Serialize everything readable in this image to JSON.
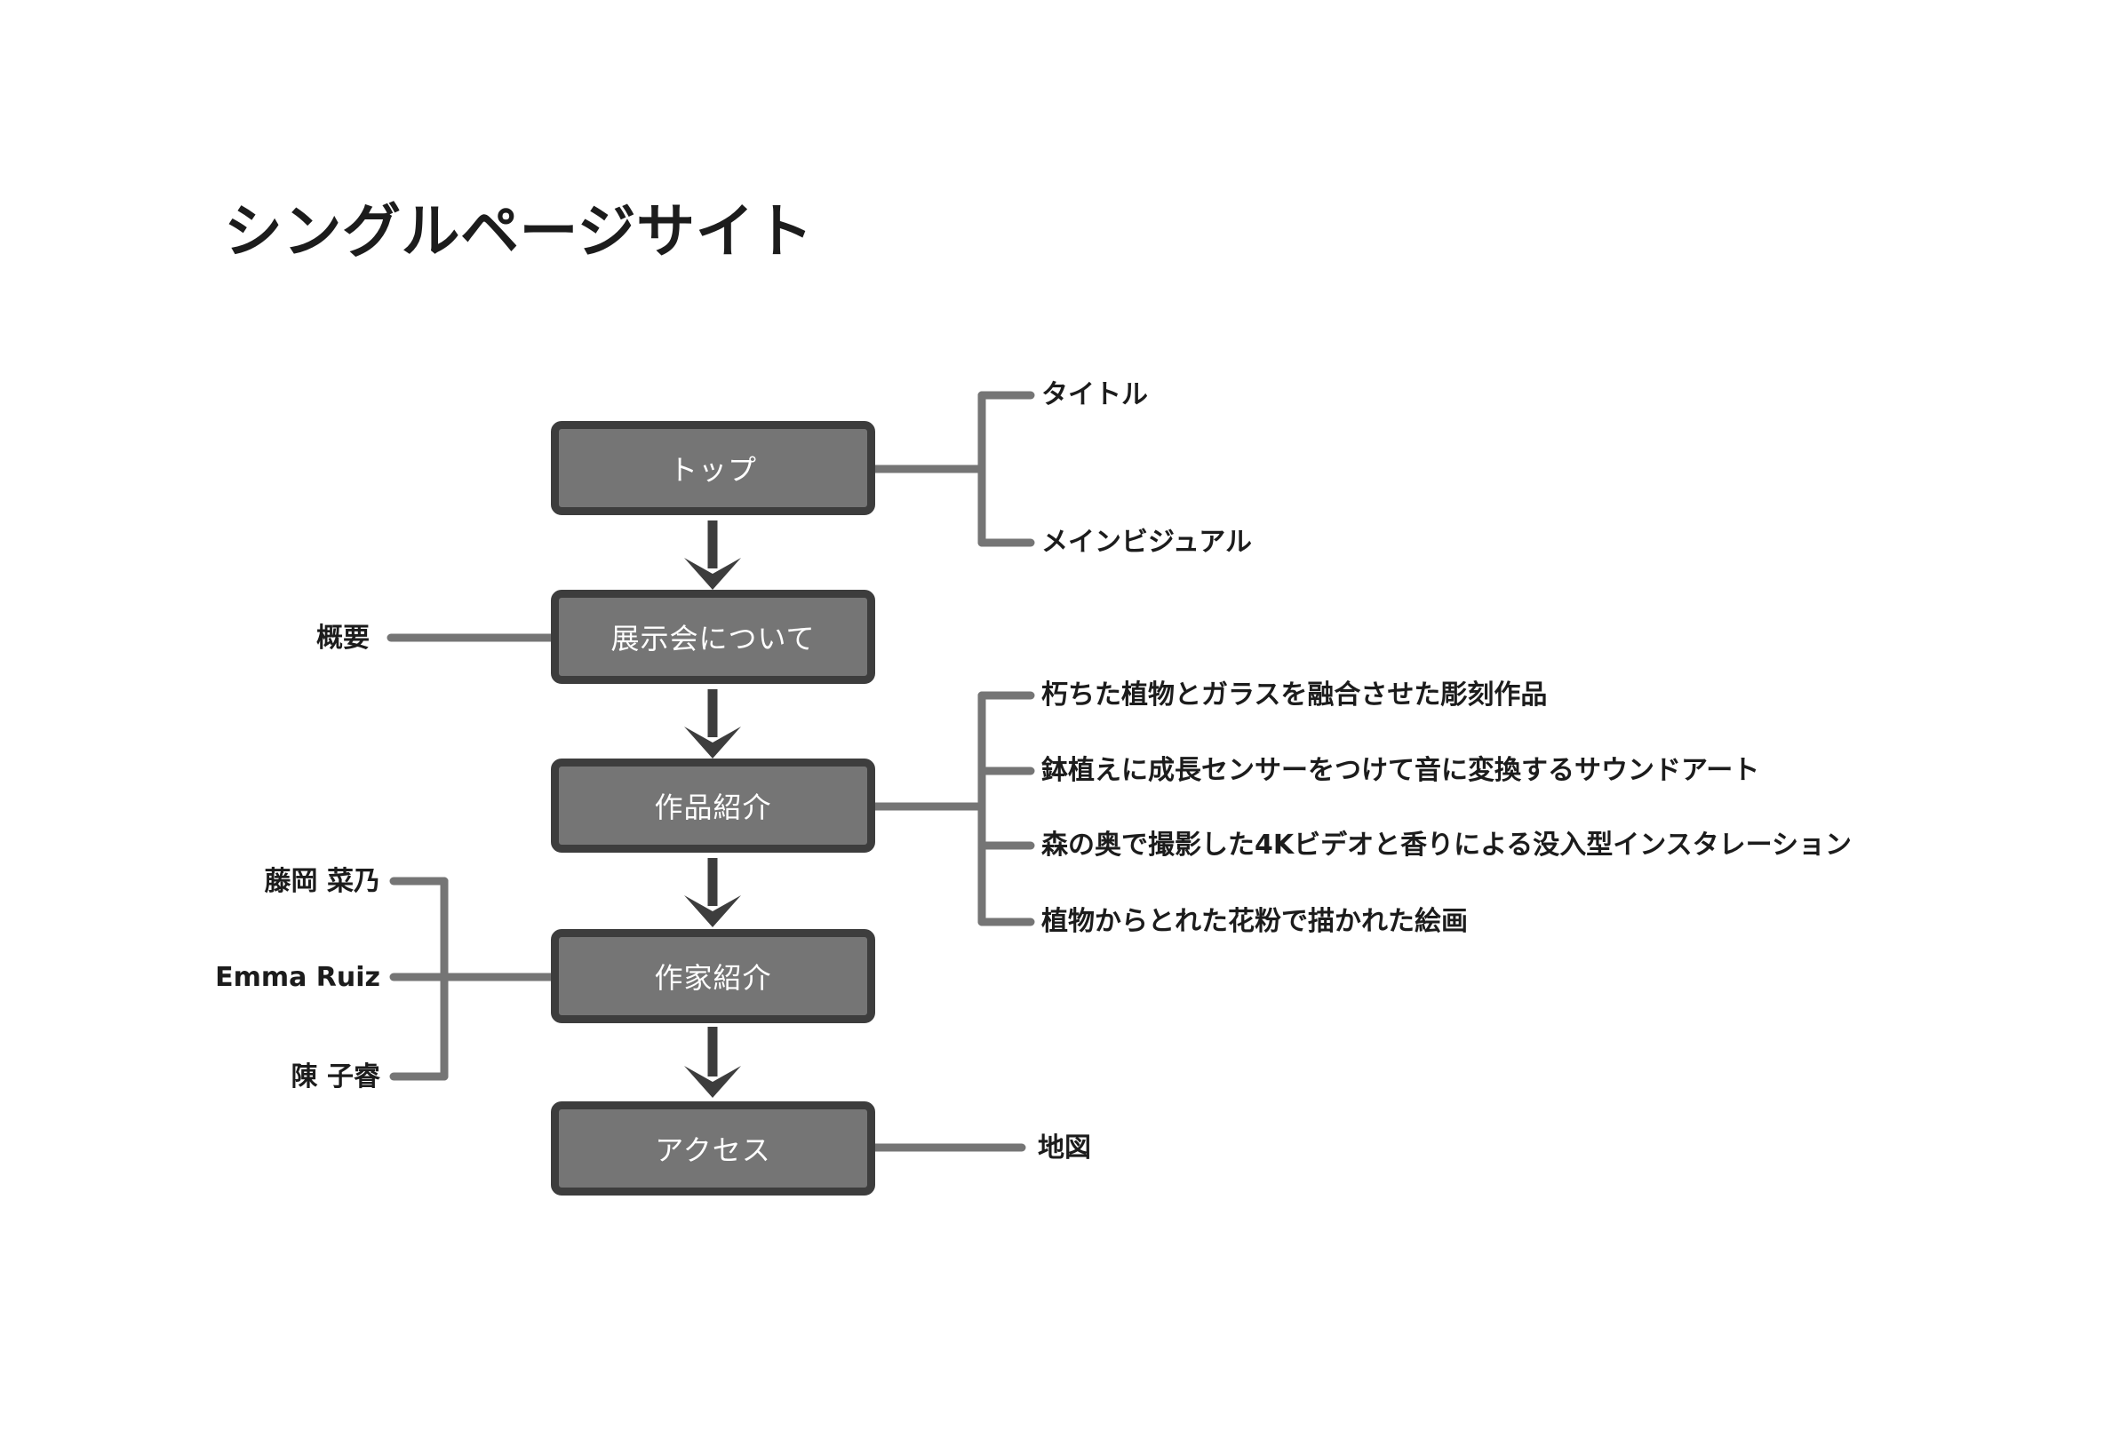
{
  "page": {
    "title": "シングルページサイト",
    "background_color": "#ffffff",
    "node_fill": "#757575",
    "node_border": "#3d3d3d",
    "node_text_color": "#ffffff",
    "connector_color": "#757575",
    "arrow_color": "#3d3d3d",
    "label_color": "#1c1c1c"
  },
  "flow": {
    "nodes": [
      {
        "id": "top",
        "label": "トップ"
      },
      {
        "id": "about",
        "label": "展示会について"
      },
      {
        "id": "works",
        "label": "作品紹介"
      },
      {
        "id": "artists",
        "label": "作家紹介"
      },
      {
        "id": "access",
        "label": "アクセス"
      }
    ]
  },
  "branches": {
    "top": {
      "side": "right",
      "items": [
        {
          "label": "タイトル"
        },
        {
          "label": "メインビジュアル"
        }
      ]
    },
    "about": {
      "side": "left",
      "items": [
        {
          "label": "概要"
        }
      ]
    },
    "works": {
      "side": "right",
      "items": [
        {
          "label": "朽ちた植物とガラスを融合させた彫刻作品"
        },
        {
          "label": "鉢植えに成長センサーをつけて音に変換するサウンドアート"
        },
        {
          "label": "森の奥で撮影した4Kビデオと香りによる没入型インスタレーション"
        },
        {
          "label": "植物からとれた花粉で描かれた絵画"
        }
      ]
    },
    "artists": {
      "side": "left",
      "items": [
        {
          "label": "藤岡 菜乃"
        },
        {
          "label": "Emma Ruiz"
        },
        {
          "label": "陳 子睿"
        }
      ]
    },
    "access": {
      "side": "right",
      "items": [
        {
          "label": "地図"
        }
      ]
    }
  }
}
